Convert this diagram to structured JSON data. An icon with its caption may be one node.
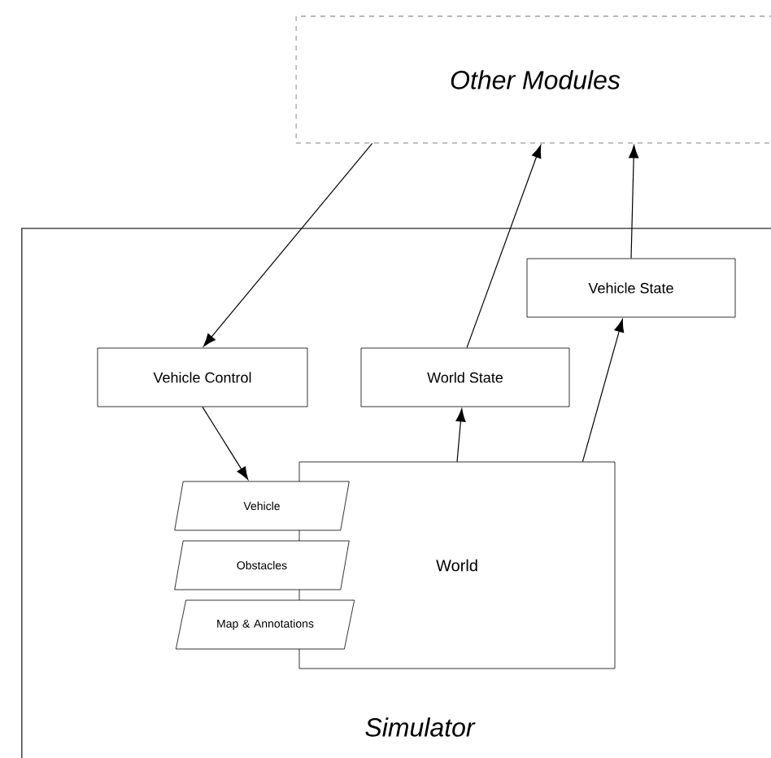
{
  "diagram": {
    "nodes": [
      {
        "text": [
          "Other Modules"
        ]
      },
      {
        "text": [
          "Simulator"
        ]
      },
      {
        "text": [
          "Vehicle Control"
        ],
        "in": 1
      },
      {
        "text": [
          "World State"
        ],
        "in": 1
      },
      {
        "text": [
          "Vehicle State"
        ],
        "in": 1
      },
      {
        "text": [
          "World"
        ],
        "in": 1
      },
      {
        "text": [
          "Vehicle"
        ],
        "in": 1
      },
      {
        "text": [
          "Obstacles"
        ],
        "in": 1
      },
      {
        "text": [
          "Map & Annotations"
        ],
        "in": 1
      }
    ],
    "edges": [
      {
        "from": 0,
        "to": 2,
        "arrow": "to"
      },
      {
        "from": 3,
        "to": 0,
        "arrow": "to"
      },
      {
        "from": 4,
        "to": 0,
        "arrow": "to"
      },
      {
        "from": 5,
        "to": 3,
        "arrow": "to"
      },
      {
        "from": 5,
        "to": 4,
        "arrow": "to"
      },
      {
        "from": 2,
        "to": 6,
        "arrow": "to"
      }
    ]
  }
}
